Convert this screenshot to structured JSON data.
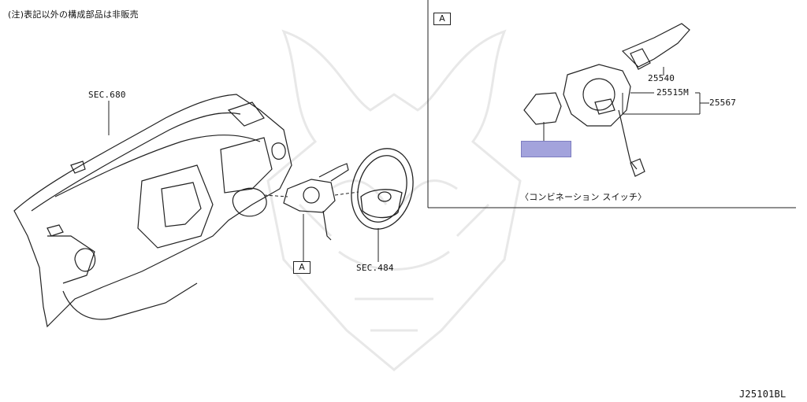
{
  "note": "(注)表記以外の構成部品は非販売",
  "refs": {
    "sec680": "SEC.680",
    "sec484": "SEC.484",
    "view_a_main": "A",
    "view_a_detail": "A"
  },
  "parts": {
    "p25540": "25540",
    "p25515m": "25515M",
    "p25567": "25567"
  },
  "caption": "〈コンビネーション スイッチ〉",
  "diagram_id": "J25101BL",
  "colors": {
    "highlight": "#a3a3dc",
    "line": "#222222",
    "watermark": "#e6e6e6"
  }
}
